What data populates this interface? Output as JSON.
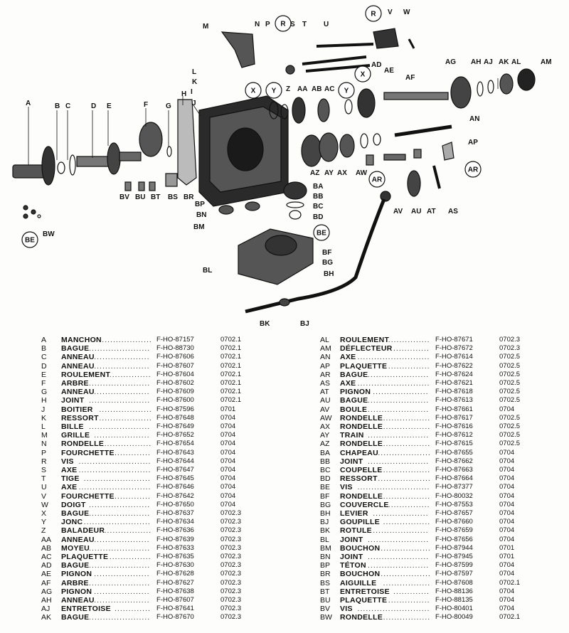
{
  "diagram": {
    "callouts": [
      "A",
      "B",
      "C",
      "D",
      "E",
      "F",
      "G",
      "H",
      "I",
      "J",
      "K",
      "L",
      "M",
      "N",
      "P",
      "R",
      "S",
      "T",
      "U",
      "V",
      "W",
      "X",
      "Y",
      "Z",
      "AA",
      "AB",
      "AC",
      "AD",
      "AE",
      "AF",
      "AG",
      "AH",
      "AJ",
      "AK",
      "AL",
      "AM",
      "AN",
      "AP",
      "AR",
      "AS",
      "AT",
      "AU",
      "AV",
      "AW",
      "AX",
      "AY",
      "AZ",
      "BA",
      "BB",
      "BC",
      "BD",
      "BE",
      "BF",
      "BG",
      "BH",
      "BJ",
      "BK",
      "BL",
      "BM",
      "BN",
      "BP",
      "BR",
      "BS",
      "BT",
      "BU",
      "BV",
      "BW"
    ]
  },
  "parts_left": [
    {
      "code": "A",
      "name": "MANCHON",
      "ref": "F-HO-87157",
      "group": "0702.1"
    },
    {
      "code": "B",
      "name": "BAGUE",
      "ref": "F-HO-88730",
      "group": "0702.1"
    },
    {
      "code": "C",
      "name": "ANNEAU",
      "ref": "F-HO-87606",
      "group": "0702.1"
    },
    {
      "code": "D",
      "name": "ANNEAU",
      "ref": "F-HO-87607",
      "group": "0702.1"
    },
    {
      "code": "E",
      "name": "ROULEMENT",
      "ref": "F-HO-87604",
      "group": "0702.1"
    },
    {
      "code": "F",
      "name": "ARBRE",
      "ref": "F-HO-87602",
      "group": "0702.1"
    },
    {
      "code": "G",
      "name": "ANNEAU",
      "ref": "F-HO-87609",
      "group": "0702.1"
    },
    {
      "code": "H",
      "name": "JOINT",
      "ref": "F-HO-87600",
      "group": "0702.1"
    },
    {
      "code": "J",
      "name": "BOITIER",
      "ref": "F-HO-87596",
      "group": "0701"
    },
    {
      "code": "K",
      "name": "RESSORT",
      "ref": "F-HO-87648",
      "group": "0704"
    },
    {
      "code": "L",
      "name": "BILLE",
      "ref": "F-HO-87649",
      "group": "0704"
    },
    {
      "code": "M",
      "name": "GRILLE",
      "ref": "F-HO-87652",
      "group": "0704"
    },
    {
      "code": "N",
      "name": "RONDELLE",
      "ref": "F-HO-87654",
      "group": "0704"
    },
    {
      "code": "P",
      "name": "FOURCHETTE",
      "ref": "F-HO-87643",
      "group": "0704"
    },
    {
      "code": "R",
      "name": "VIS",
      "ref": "F-HO-87644",
      "group": "0704"
    },
    {
      "code": "S",
      "name": "AXE",
      "ref": "F-HO-87647",
      "group": "0704"
    },
    {
      "code": "T",
      "name": "TIGE",
      "ref": "F-HO-87645",
      "group": "0704"
    },
    {
      "code": "U",
      "name": "AXE",
      "ref": "F-HO-87646",
      "group": "0704"
    },
    {
      "code": "V",
      "name": "FOURCHETTE",
      "ref": "F-HO-87642",
      "group": "0704"
    },
    {
      "code": "W",
      "name": "DOIGT",
      "ref": "F-HO-87650",
      "group": "0704"
    },
    {
      "code": "X",
      "name": "BAGUE",
      "ref": "F-HO-87637",
      "group": "0702.3"
    },
    {
      "code": "Y",
      "name": "JONC",
      "ref": "F-HO-87634",
      "group": "0702.3"
    },
    {
      "code": "Z",
      "name": "BALADEUR",
      "ref": "F-HO-87636",
      "group": "0702.3"
    },
    {
      "code": "AA",
      "name": "ANNEAU",
      "ref": "F-HO-87639",
      "group": "0702.3"
    },
    {
      "code": "AB",
      "name": "MOYEU",
      "ref": "F-HO-87633",
      "group": "0702.3"
    },
    {
      "code": "AC",
      "name": "PLAQUETTE",
      "ref": "F-HO-87635",
      "group": "0702.3"
    },
    {
      "code": "AD",
      "name": "BAGUE",
      "ref": "F-HO-87630",
      "group": "0702.3"
    },
    {
      "code": "AE",
      "name": "PIGNON",
      "ref": "F-HO-87628",
      "group": "0702.3"
    },
    {
      "code": "AF",
      "name": "ARBRE",
      "ref": "F-HO-87627",
      "group": "0702.3"
    },
    {
      "code": "AG",
      "name": "PIGNON",
      "ref": "F-HO-87638",
      "group": "0702.3"
    },
    {
      "code": "AH",
      "name": "ANNEAU",
      "ref": "F-HO-87607",
      "group": "0702.3"
    },
    {
      "code": "AJ",
      "name": "ENTRETOISE",
      "ref": "F-HO-87641",
      "group": "0702.3"
    },
    {
      "code": "AK",
      "name": "BAGUE",
      "ref": "F-HO-87670",
      "group": "0702.3"
    }
  ],
  "parts_right": [
    {
      "code": "AL",
      "name": "ROULEMENT",
      "ref": "F-HO-87671",
      "group": "0702.3"
    },
    {
      "code": "AM",
      "name": "DÉFLECTEUR",
      "ref": "F-HO-87672",
      "group": "0702.3"
    },
    {
      "code": "AN",
      "name": "AXE",
      "ref": "F-HO-87614",
      "group": "0702.5"
    },
    {
      "code": "AP",
      "name": "PLAQUETTE",
      "ref": "F-HO-87622",
      "group": "0702.5"
    },
    {
      "code": "AR",
      "name": "BAGUE",
      "ref": "F-HO-87624",
      "group": "0702.5"
    },
    {
      "code": "AS",
      "name": "AXE",
      "ref": "F-HO-87621",
      "group": "0702.5"
    },
    {
      "code": "AT",
      "name": "PIGNON",
      "ref": "F-HO-87618",
      "group": "0702.5"
    },
    {
      "code": "AU",
      "name": "BAGUE",
      "ref": "F-HO-87613",
      "group": "0702.5"
    },
    {
      "code": "AV",
      "name": "BOULE",
      "ref": "F-HO-87661",
      "group": "0704"
    },
    {
      "code": "AW",
      "name": "RONDELLE",
      "ref": "F-HO-87617",
      "group": "0702.5"
    },
    {
      "code": "AX",
      "name": "RONDELLE",
      "ref": "F-HO-87616",
      "group": "0702.5"
    },
    {
      "code": "AY",
      "name": "TRAIN",
      "ref": "F-HO-87612",
      "group": "0702.5"
    },
    {
      "code": "AZ",
      "name": "RONDELLE",
      "ref": "F-HO-87615",
      "group": "0702.5"
    },
    {
      "code": "BA",
      "name": "CHAPEAU",
      "ref": "F-HO-87655",
      "group": "0704"
    },
    {
      "code": "BB",
      "name": "JOINT",
      "ref": "F-HO-87662",
      "group": "0704"
    },
    {
      "code": "BC",
      "name": "COUPELLE",
      "ref": "F-HO-87663",
      "group": "0704"
    },
    {
      "code": "BD",
      "name": "RESSORT",
      "ref": "F-HO-87664",
      "group": "0704"
    },
    {
      "code": "BE",
      "name": "VIS",
      "ref": "F-HO-87377",
      "group": "0704"
    },
    {
      "code": "BF",
      "name": "RONDELLE",
      "ref": "F-HO-80032",
      "group": "0704"
    },
    {
      "code": "BG",
      "name": "COUVERCLE",
      "ref": "F-HO-87553",
      "group": "0704"
    },
    {
      "code": "BH",
      "name": "LEVIER",
      "ref": "F-HO-87657",
      "group": "0704"
    },
    {
      "code": "BJ",
      "name": "GOUPILLE",
      "ref": "F-HO-87660",
      "group": "0704"
    },
    {
      "code": "BK",
      "name": "ROTULE",
      "ref": "F-HO-87659",
      "group": "0704"
    },
    {
      "code": "BL",
      "name": "JOINT",
      "ref": "F-HO-87656",
      "group": "0704"
    },
    {
      "code": "BM",
      "name": "BOUCHON",
      "ref": "F-HO-87944",
      "group": "0701"
    },
    {
      "code": "BN",
      "name": "JOINT",
      "ref": "F-HO-87945",
      "group": "0701"
    },
    {
      "code": "BP",
      "name": "TÉTON",
      "ref": "F-HO-87599",
      "group": "0704"
    },
    {
      "code": "BR",
      "name": "BOUCHON",
      "ref": "F-HO-87597",
      "group": "0704"
    },
    {
      "code": "BS",
      "name": "AIGUILLE",
      "ref": "F-HO-87608",
      "group": "0702.1"
    },
    {
      "code": "BT",
      "name": "ENTRETOISE",
      "ref": "F-HO-88136",
      "group": "0704"
    },
    {
      "code": "BU",
      "name": "PLAQUETTE",
      "ref": "F-HO-88135",
      "group": "0704"
    },
    {
      "code": "BV",
      "name": "VIS",
      "ref": "F-HO-80401",
      "group": "0704"
    },
    {
      "code": "BW",
      "name": "RONDELLE",
      "ref": "F-HO-80049",
      "group": "0702.1"
    }
  ]
}
